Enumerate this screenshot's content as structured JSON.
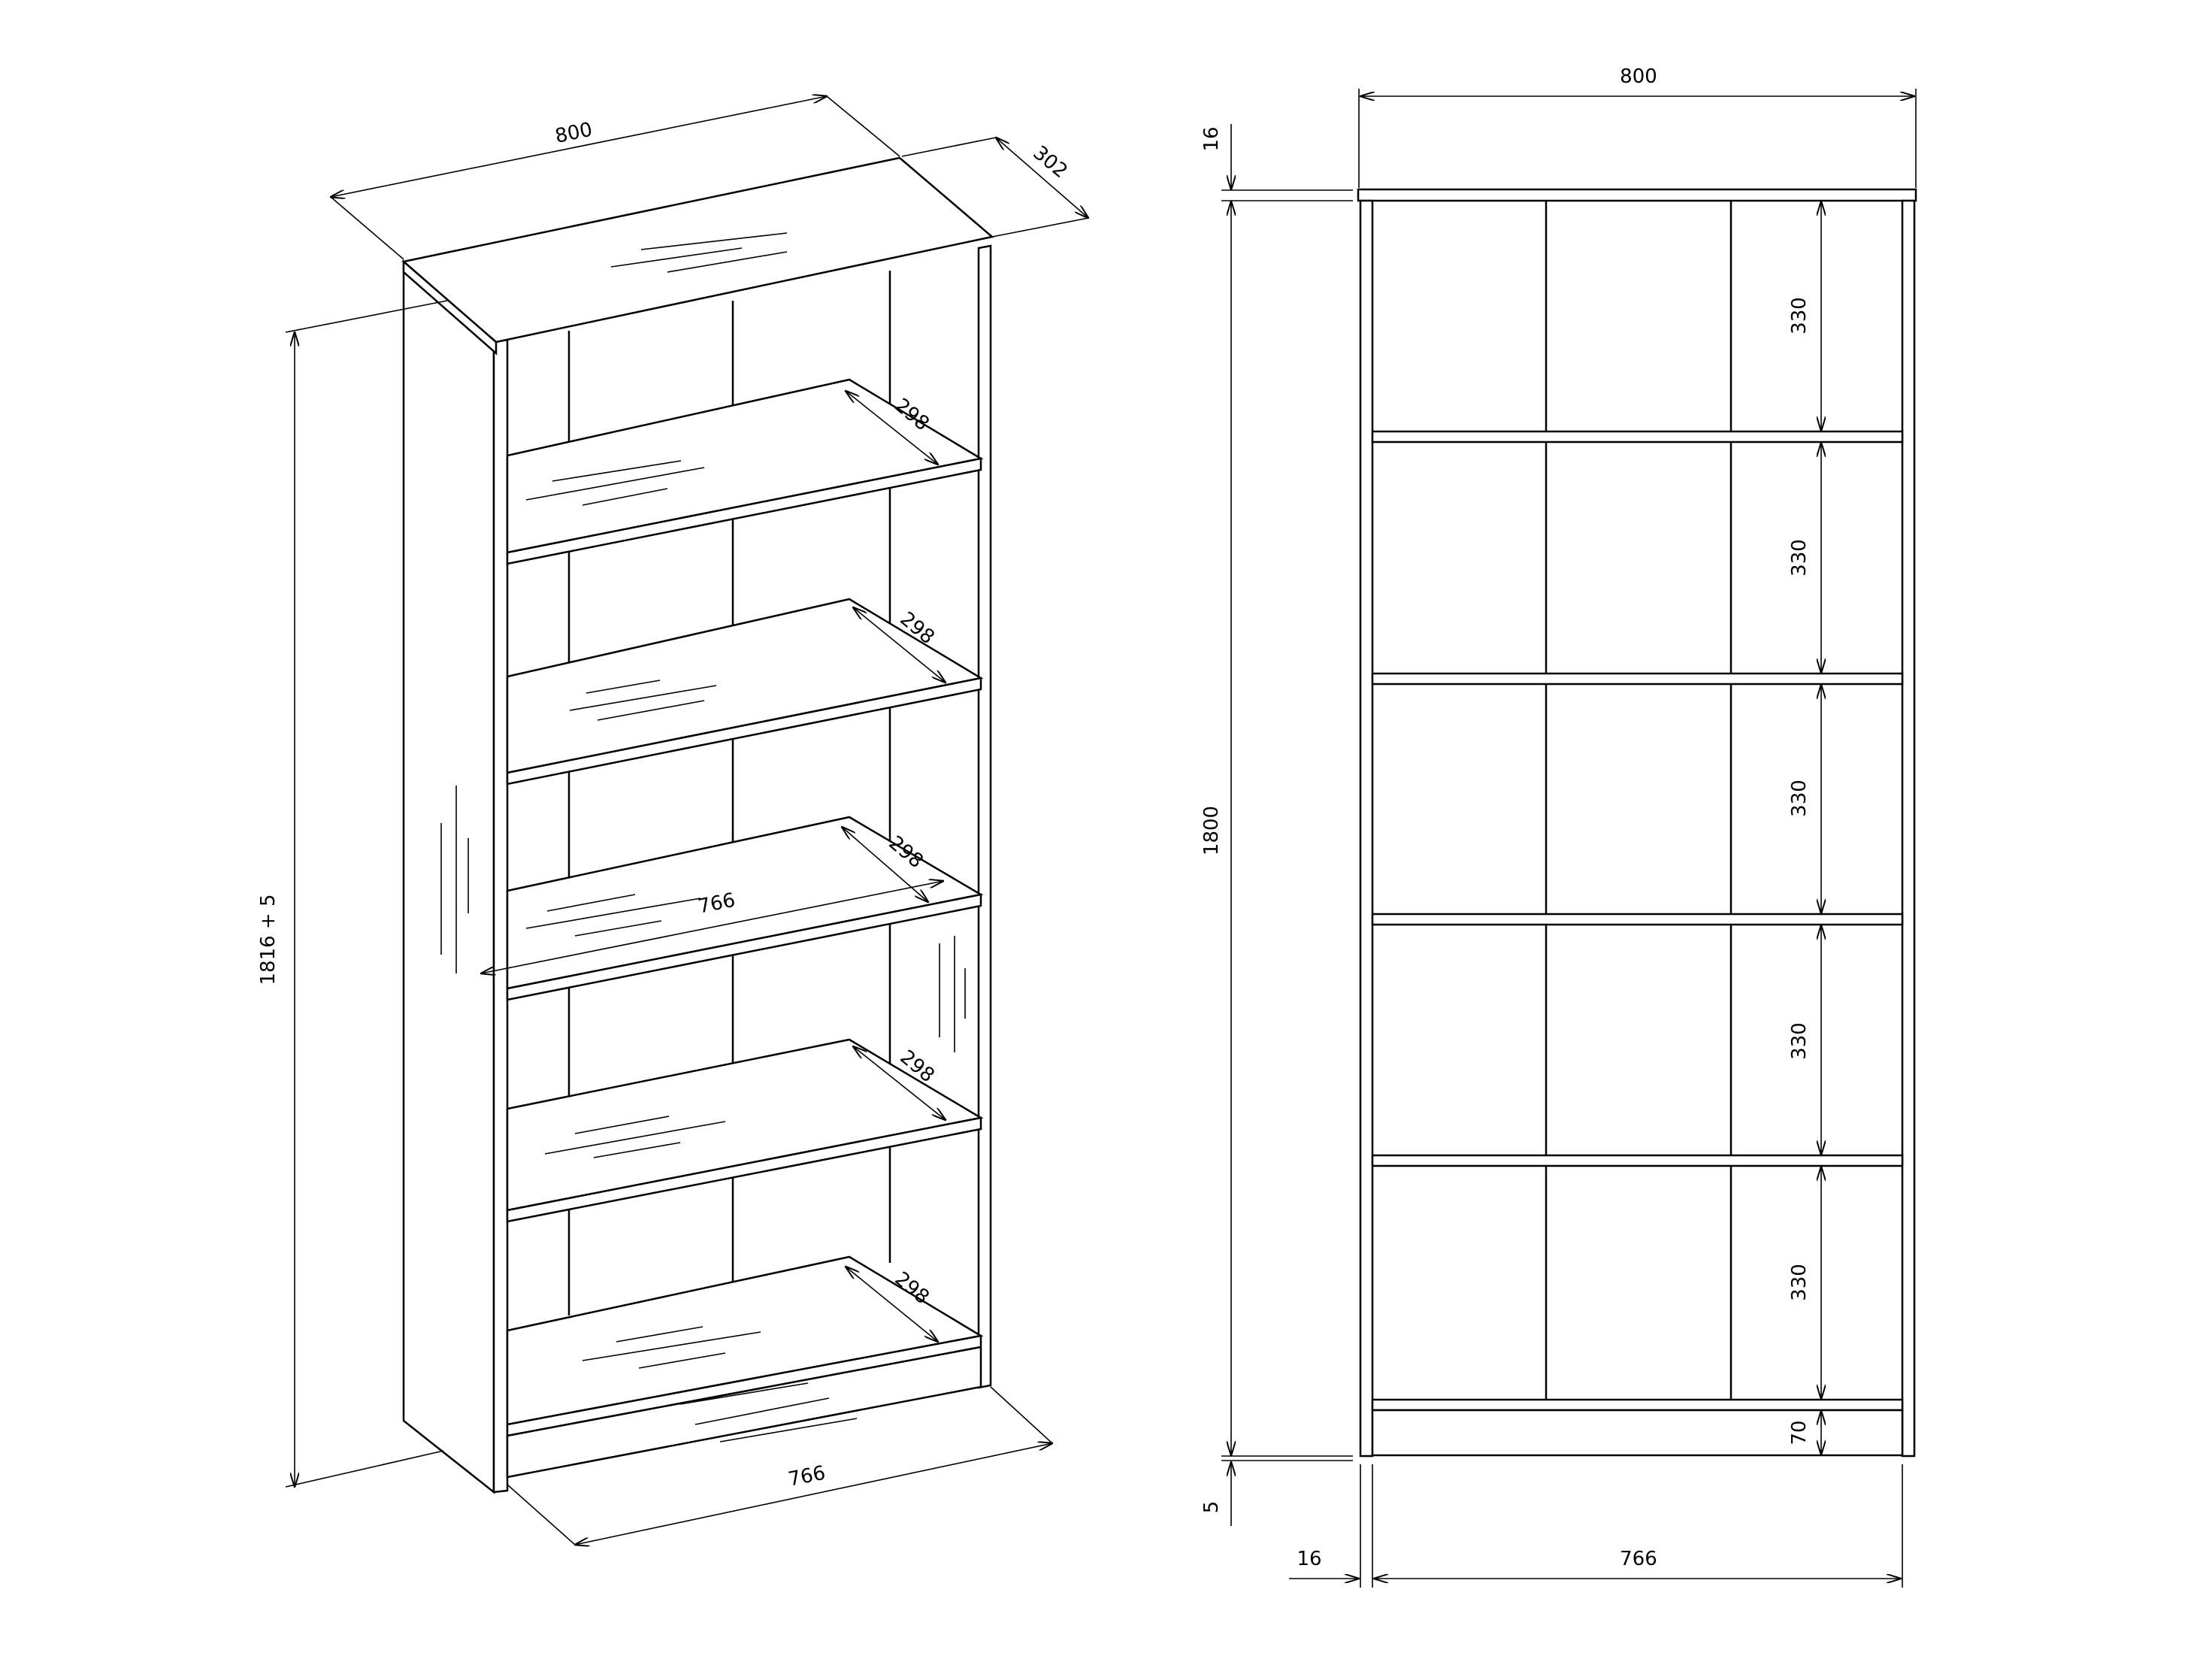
{
  "isometric_view": {
    "dimensions": {
      "width_top": "800",
      "depth_top": "302",
      "height_total": "1816 + 5",
      "shelf_depths": [
        "298",
        "298",
        "298",
        "298",
        "298"
      ],
      "inner_width": "766",
      "bottom_width": "766"
    }
  },
  "front_view": {
    "dimensions": {
      "width_top": "800",
      "top_thickness": "16",
      "height": "1800",
      "shelf_gaps": [
        "330",
        "330",
        "330",
        "330",
        "330"
      ],
      "plinth_height": "70",
      "foot_gap": "5",
      "side_thickness": "16",
      "inner_width": "766"
    }
  },
  "colors": {
    "line": "#000000",
    "background": "#ffffff"
  }
}
